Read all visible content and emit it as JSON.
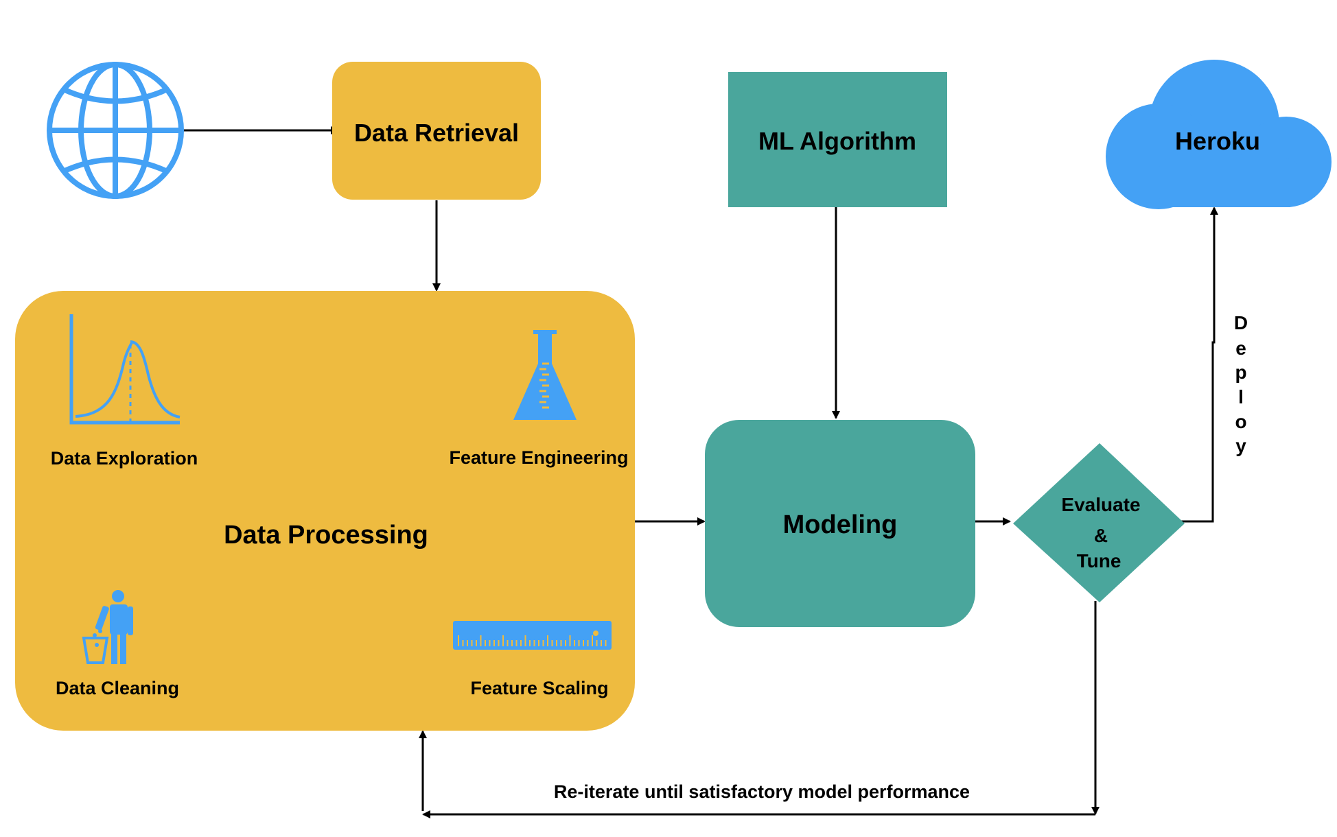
{
  "colors": {
    "orange": "#EEBB40",
    "teal": "#4AA69C",
    "blue": "#44A1F5",
    "line": "#000000"
  },
  "nodes": {
    "data_retrieval": "Data Retrieval",
    "ml_algorithm": "ML Algorithm",
    "heroku": "Heroku",
    "data_processing": "Data Processing",
    "modeling": "Modeling",
    "evaluate": [
      "Evaluate",
      "&",
      "Tune"
    ]
  },
  "processing_steps": {
    "exploration": "Data Exploration",
    "engineering": "Feature Engineering",
    "cleaning": "Data Cleaning",
    "scaling": "Feature Scaling"
  },
  "edges": {
    "deploy": [
      "D",
      "e",
      "p",
      "l",
      "o",
      "y"
    ],
    "reiterate": "Re-iterate until satisfactory model performance"
  },
  "icons": [
    "globe-icon",
    "bell-curve-icon",
    "flask-icon",
    "trash-person-icon",
    "ruler-icon",
    "cloud-icon"
  ]
}
